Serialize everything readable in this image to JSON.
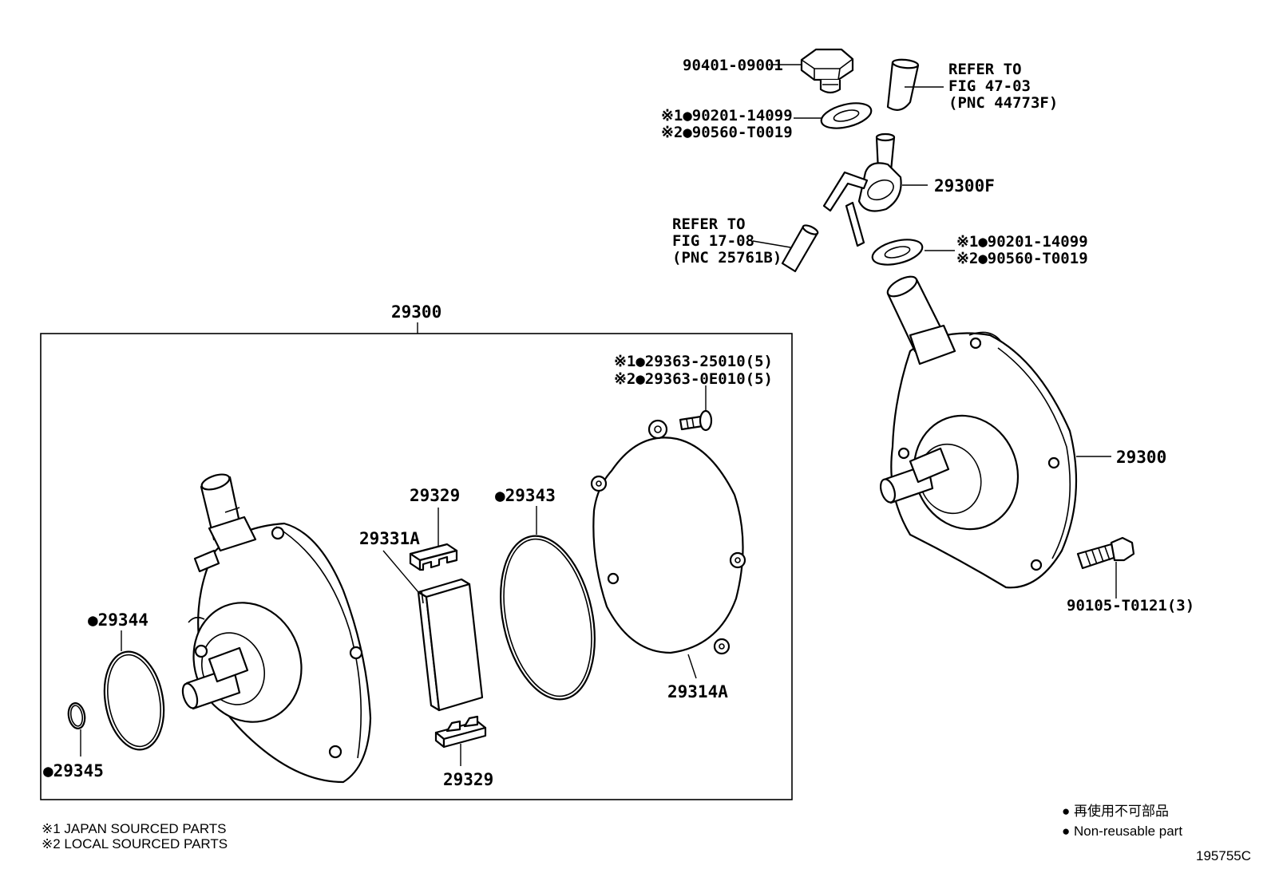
{
  "callouts": {
    "plug": "90401-09001",
    "gasket_top_1": "※1●90201-14099",
    "gasket_top_2": "※2●90560-T0019",
    "refer_top_1": "REFER TO",
    "refer_top_2": "FIG 47-03",
    "refer_top_3": "(PNC 44773F)",
    "union": "29300F",
    "refer_left_1": "REFER TO",
    "refer_left_2": "FIG 17-08",
    "refer_left_3": "(PNC 25761B)",
    "gasket_mid_1": "※1●90201-14099",
    "gasket_mid_2": "※2●90560-T0019",
    "pump_assy_box": "29300",
    "pump_assy_right": "29300",
    "bolt": "90105-T0121(3)",
    "screw_1": "※1●29363-25010(5)",
    "screw_2": "※2●29363-0E010(5)",
    "vane_top": "29329",
    "vane_bottom": "29329",
    "rotor": "29331A",
    "oring_large": "●29343",
    "cover_plate": "29314A",
    "oring_mid": "●29344",
    "oring_small": "●29345"
  },
  "notes": {
    "note1": "※1  JAPAN SOURCED PARTS",
    "note2": "※2  LOCAL SOURCED PARTS"
  },
  "legend": {
    "jp": "● 再使用不可部品",
    "en": "● Non-reusable part"
  },
  "figure_id": "195755C"
}
